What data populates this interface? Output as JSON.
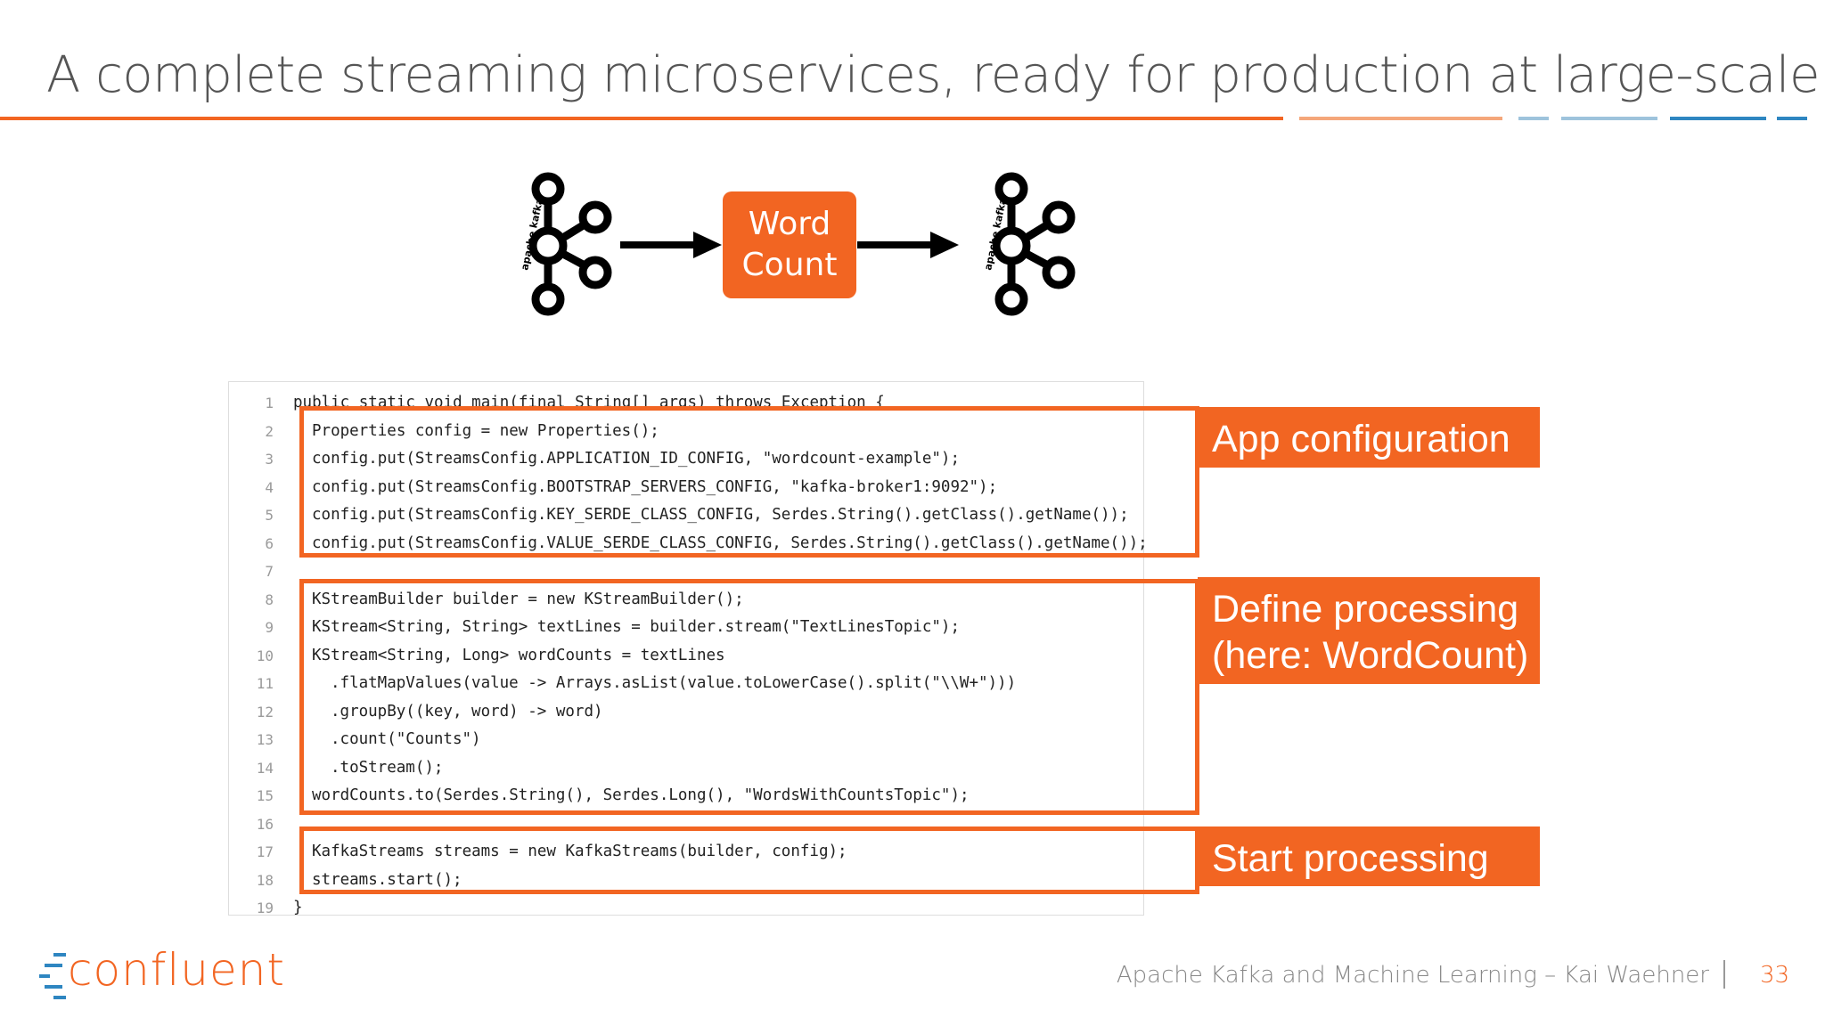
{
  "slide": {
    "title": "A complete streaming microservices, ready for production at large-scale",
    "page_number": "33",
    "footer": "Apache Kafka and Machine Learning – Kai Waehner",
    "brand": "confluent"
  },
  "diagram": {
    "source_logo_text": "apache kafka",
    "processor_line1": "Word",
    "processor_line2": "Count",
    "sink_logo_text": "apache kafka"
  },
  "code": {
    "lines": [
      {
        "num": "1",
        "text": "public static void main(final String[] args) throws Exception {"
      },
      {
        "num": "2",
        "text": "Properties config = new Properties();"
      },
      {
        "num": "3",
        "text": "config.put(StreamsConfig.APPLICATION_ID_CONFIG, \"wordcount-example\");"
      },
      {
        "num": "4",
        "text": "config.put(StreamsConfig.BOOTSTRAP_SERVERS_CONFIG, \"kafka-broker1:9092\");"
      },
      {
        "num": "5",
        "text": "config.put(StreamsConfig.KEY_SERDE_CLASS_CONFIG, Serdes.String().getClass().getName());"
      },
      {
        "num": "6",
        "text": "config.put(StreamsConfig.VALUE_SERDE_CLASS_CONFIG, Serdes.String().getClass().getName());"
      },
      {
        "num": "7",
        "text": ""
      },
      {
        "num": "8",
        "text": "KStreamBuilder builder = new KStreamBuilder();"
      },
      {
        "num": "9",
        "text": "KStream<String, String> textLines = builder.stream(\"TextLinesTopic\");"
      },
      {
        "num": "10",
        "text": "KStream<String, Long> wordCounts = textLines"
      },
      {
        "num": "11",
        "text": ".flatMapValues(value -> Arrays.asList(value.toLowerCase().split(\"\\\\W+\")))"
      },
      {
        "num": "12",
        "text": ".groupBy((key, word) -> word)"
      },
      {
        "num": "13",
        "text": ".count(\"Counts\")"
      },
      {
        "num": "14",
        "text": ".toStream();"
      },
      {
        "num": "15",
        "text": "wordCounts.to(Serdes.String(), Serdes.Long(), \"WordsWithCountsTopic\");"
      },
      {
        "num": "16",
        "text": ""
      },
      {
        "num": "17",
        "text": "KafkaStreams streams = new KafkaStreams(builder, config);"
      },
      {
        "num": "18",
        "text": "streams.start();"
      },
      {
        "num": "19",
        "text": "}"
      }
    ]
  },
  "callouts": {
    "config": "App configuration",
    "processing_line1": "Define processing",
    "processing_line2": "(here: WordCount)",
    "start": "Start processing"
  },
  "colors": {
    "accent": "#f26522",
    "rule_light_orange": "#f5a77a",
    "rule_light_blue": "#9ec3dc",
    "rule_blue": "#2e86c1",
    "title_gray": "#555555"
  }
}
